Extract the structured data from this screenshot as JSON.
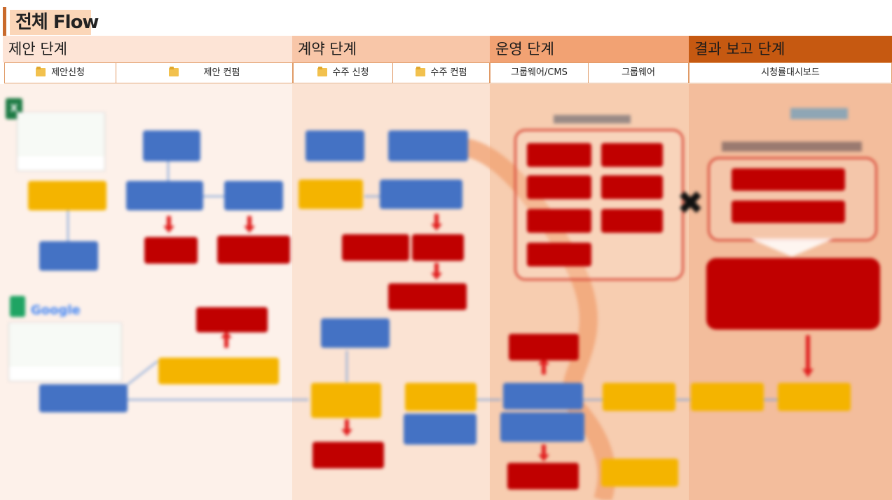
{
  "page": {
    "title": "전체 Flow"
  },
  "stages": [
    {
      "name": "제안 단계",
      "color": "#fde4d6",
      "bg": "#fdf1ea"
    },
    {
      "name": "계약 단계",
      "color": "#f8c6a8",
      "bg": "#fbe0cf"
    },
    {
      "name": "운영 단계",
      "color": "#f2a273",
      "bg": "#f6c6a6"
    },
    {
      "name": "결과 보고 단계",
      "color": "#c65911",
      "bg": "#f2b894"
    }
  ],
  "subheaders": [
    {
      "label": "제안신청",
      "icon": "folder-icon"
    },
    {
      "label": "제안 컨펌",
      "icon": "folder-icon"
    },
    {
      "label": "수주 신청",
      "icon": "folder-icon"
    },
    {
      "label": "수주 컨펌",
      "icon": "folder-icon"
    },
    {
      "label": "그룹웨어/CMS"
    },
    {
      "label": "그룹웨어"
    },
    {
      "label": "시청률대시보드"
    }
  ]
}
